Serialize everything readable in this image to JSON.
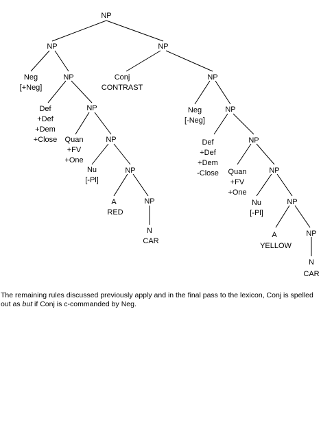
{
  "nodes": {
    "np_root": "NP",
    "np_left": "NP",
    "np_right": "NP",
    "neg1_cat": "Neg",
    "neg1_feat": "[+Neg]",
    "np_l2": "NP",
    "conj_cat": "Conj",
    "conj_feat": "CONTRAST",
    "np_r2": "NP",
    "def1_cat": "Def",
    "def1_f1": "+Def",
    "def1_f2": "+Dem",
    "def1_f3": "+Close",
    "np_l3": "NP",
    "neg2_cat": "Neg",
    "neg2_feat": "[-Neg]",
    "np_r3": "NP",
    "quan1_cat": "Quan",
    "quan1_f1": "+FV",
    "quan1_f2": "+One",
    "np_l4": "NP",
    "def2_cat": "Def",
    "def2_f1": "+Def",
    "def2_f2": "+Dem",
    "def2_f3": "-Close",
    "np_r4": "NP",
    "nu1_cat": "Nu",
    "nu1_feat": "[-Pl]",
    "np_l5": "NP",
    "quan2_cat": "Quan",
    "quan2_f1": "+FV",
    "quan2_f2": "+One",
    "np_r5": "NP",
    "a1_cat": "A",
    "a1_word": "RED",
    "np_l6": "NP",
    "nu2_cat": "Nu",
    "nu2_feat": "[-Pl]",
    "np_r6": "NP",
    "n1_cat": "N",
    "n1_word": "CAR",
    "a2_cat": "A",
    "a2_word": "YELLOW",
    "np_r7": "NP",
    "n2_cat": "N",
    "n2_word": "CAR"
  },
  "caption": {
    "part1": "The remaining rules discussed previously apply and in the final pass to the lexicon, Conj is spelled out as ",
    "emph": "but",
    "part2": " if Conj is c-commanded by Neg."
  }
}
